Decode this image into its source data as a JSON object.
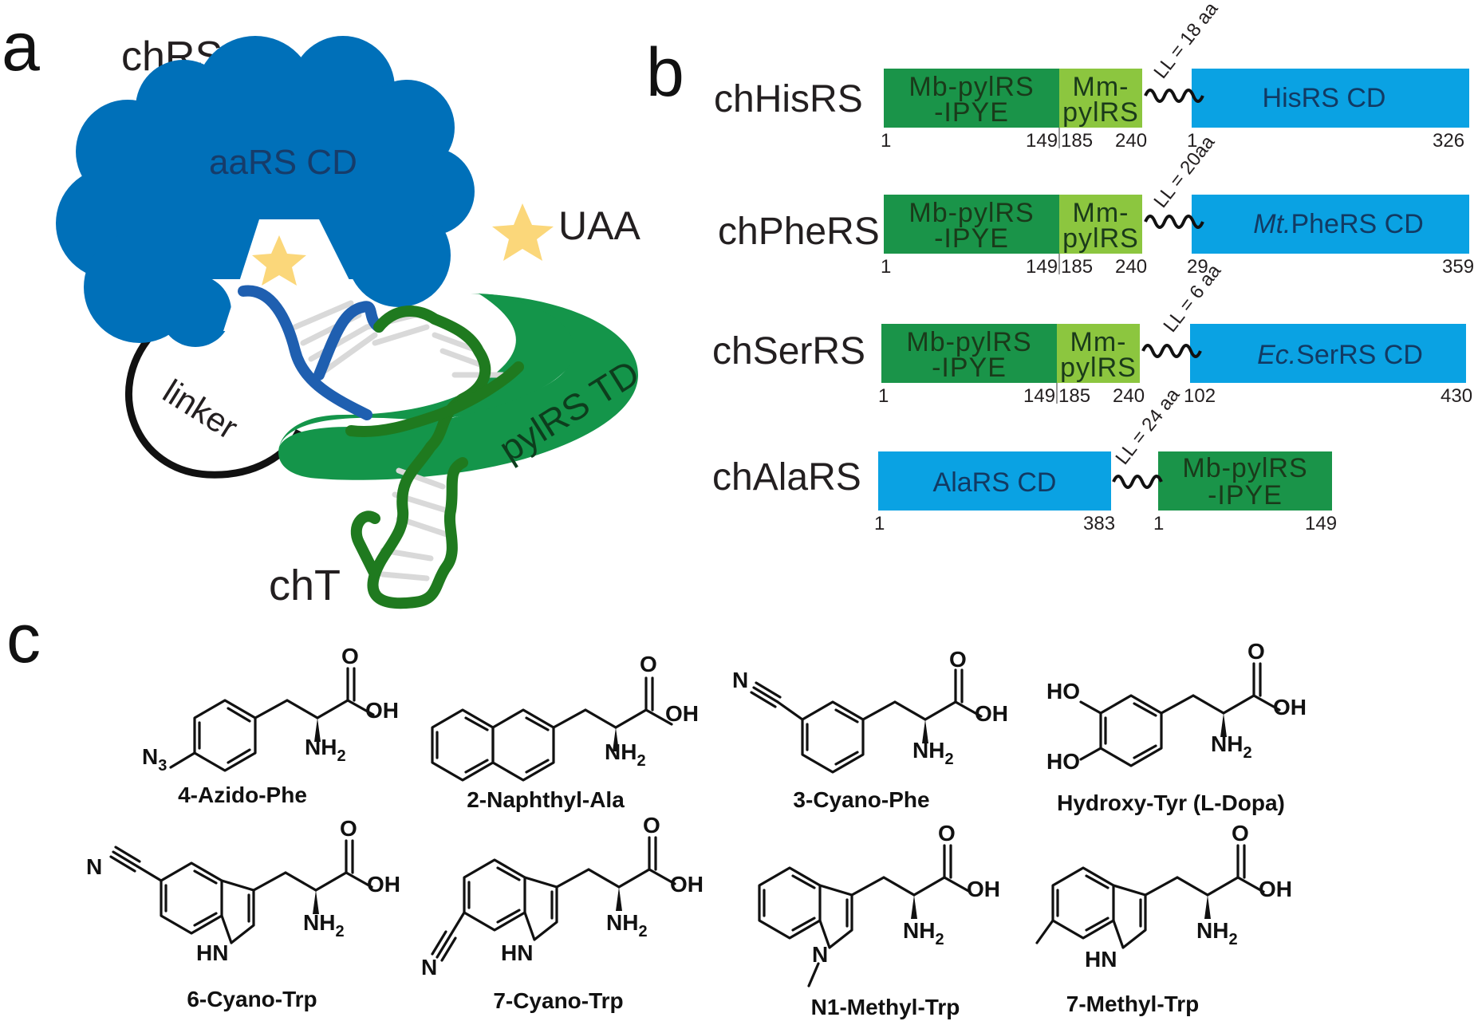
{
  "panel_a": {
    "letter": "a",
    "chrs_label": "chRS",
    "cd_label": "aaRS CD",
    "uaa_label": "UAA",
    "linker_label": "linker",
    "td_label": "pylRS TD",
    "cht_label": "chT",
    "colors": {
      "aars": "#0070b9",
      "td": "#14954a",
      "trna_green": "#1f7a1f",
      "trna_blue": "#1f5fb0",
      "star": "#fbd77a",
      "linker": "#111111"
    }
  },
  "panel_b": {
    "letter": "b",
    "constructs": [
      {
        "name": "chHisRS",
        "d1": "Mb-pylRS",
        "d1b": "-IPYE",
        "d2": "Mm-",
        "d2b": "pylRS",
        "n1": "1",
        "n2": "149",
        "n3": "185",
        "n4": "240",
        "ll": "LL = 18 aa",
        "cd": "HisRS CD",
        "cd_prefix": "",
        "c1": "1",
        "c2": "326"
      },
      {
        "name": "chPheRS",
        "d1": "Mb-pylRS",
        "d1b": "-IPYE",
        "d2": "Mm-",
        "d2b": "pylRS",
        "n1": "1",
        "n2": "149",
        "n3": "185",
        "n4": "240",
        "ll": "LL = 20aa",
        "cd": "PheRS CD",
        "cd_prefix": "Mt.",
        "c1": "29",
        "c2": "359"
      },
      {
        "name": "chSerRS",
        "d1": "Mb-pylRS",
        "d1b": "-IPYE",
        "d2": "Mm-",
        "d2b": "pylRS",
        "n1": "1",
        "n2": "149",
        "n3": "185",
        "n4": "240",
        "ll": "LL = 6 aa",
        "cd": "SerRS CD",
        "cd_prefix": "Ec.",
        "c1": "102",
        "c2": "430"
      }
    ],
    "ala": {
      "name": "chAlaRS",
      "cd": "AlaRS CD",
      "c1": "1",
      "c2": "383",
      "ll": "LL = 24 aa",
      "d1": "Mb-pylRS",
      "d1b": "-IPYE",
      "n1": "1",
      "n2": "149"
    },
    "colors": {
      "dark_green": "#1a9449",
      "light_green": "#8cc63f",
      "blue": "#0aa2e3"
    }
  },
  "panel_c": {
    "letter": "c",
    "common": {
      "o": "O",
      "oh": "OH",
      "nh": "NH",
      "two": "2"
    },
    "compounds": [
      {
        "name": "4-Azido-Phe",
        "sub": "N",
        "sub_sub": "3"
      },
      {
        "name": "2-Naphthyl-Ala"
      },
      {
        "name": "3-Cyano-Phe",
        "sub": "N"
      },
      {
        "name": "Hydroxy-Tyr (L-Dopa)",
        "sub": "HO",
        "sub2": "HO"
      },
      {
        "name": "6-Cyano-Trp",
        "sub": "N",
        "hn": "HN"
      },
      {
        "name": "7-Cyano-Trp",
        "sub": "N",
        "hn": "HN"
      },
      {
        "name": "N1-Methyl-Trp",
        "hn": "N"
      },
      {
        "name": "7-Methyl-Trp",
        "hn": "HN"
      }
    ]
  }
}
